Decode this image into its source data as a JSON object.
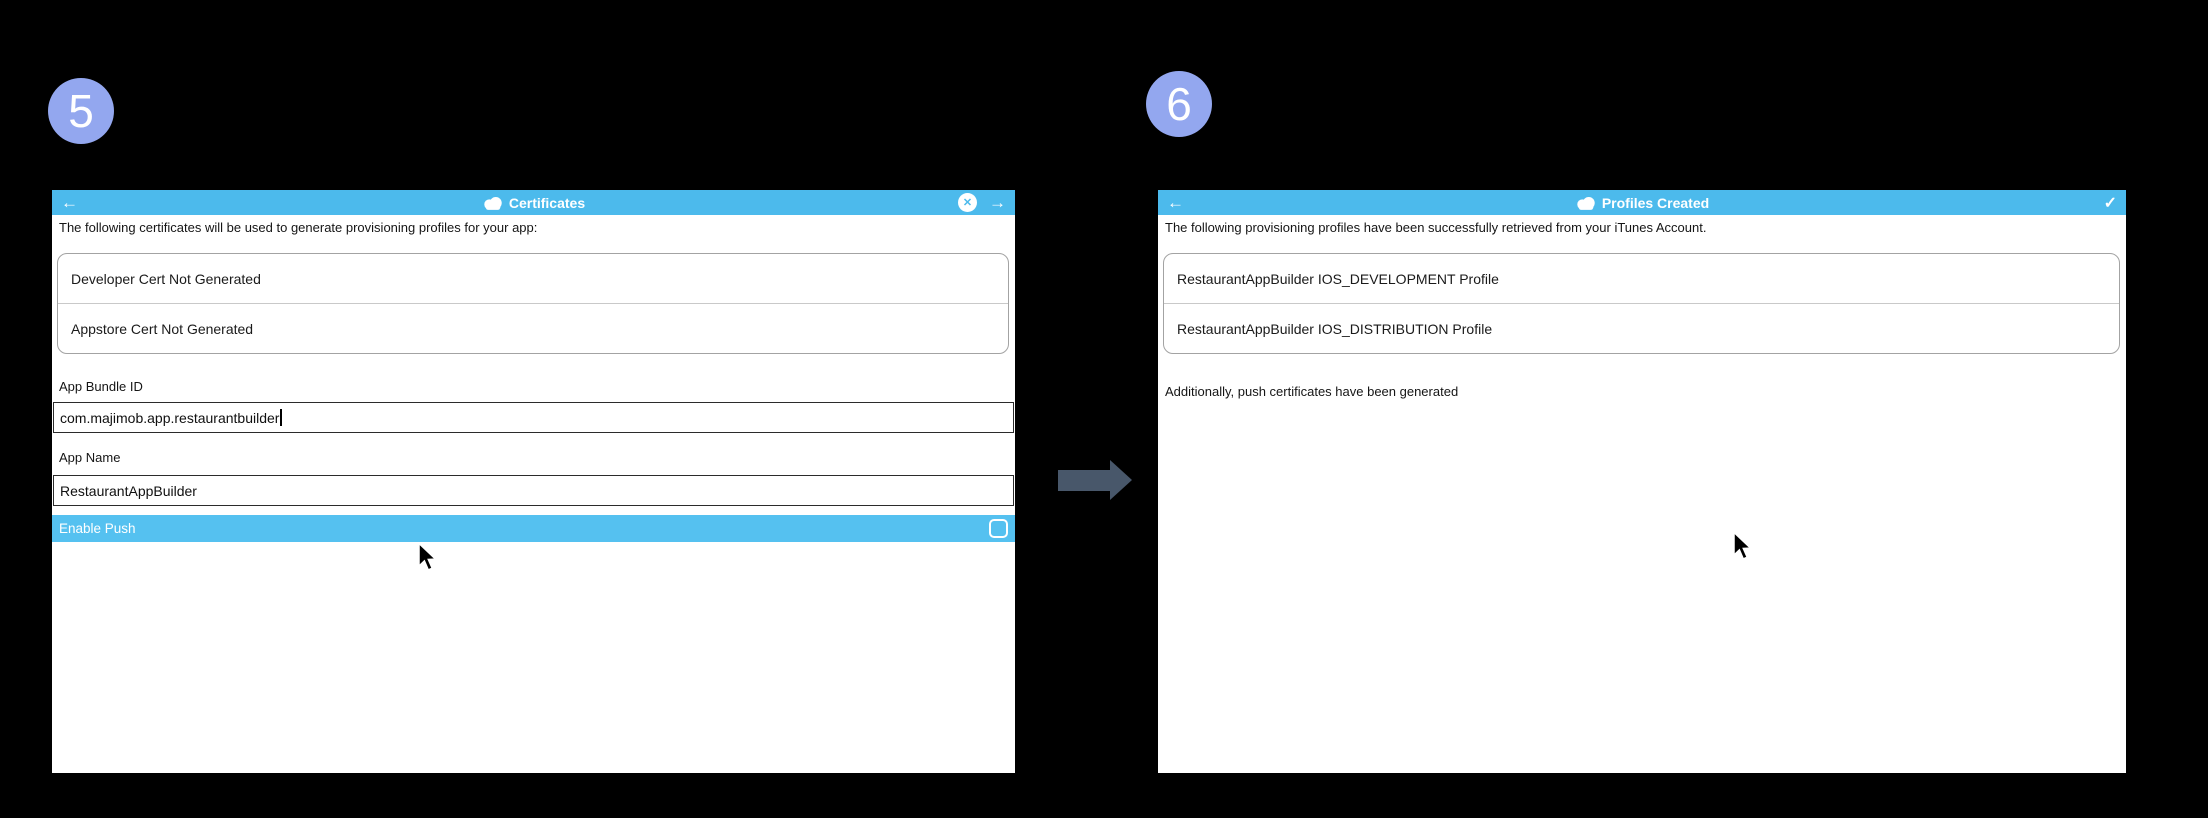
{
  "badges": {
    "step5": "5",
    "step6": "6"
  },
  "glyphs": {
    "back": "←",
    "forward": "→",
    "close": "✕",
    "check": "✓"
  },
  "colors": {
    "badge": "#93a7ef",
    "header_blue": "#4cbaec",
    "push_row_blue": "#55c1f0",
    "arrow_gray": "#48576a"
  },
  "left_panel": {
    "header": {
      "title": "Certificates"
    },
    "instruction": "The following certificates will be used to generate provisioning profiles for your app:",
    "cert_rows": [
      "Developer Cert Not Generated",
      "Appstore Cert Not Generated"
    ],
    "fields": [
      {
        "label": "App Bundle ID",
        "value": "com.majimob.app.restaurantbuilder"
      },
      {
        "label": "App Name",
        "value": "RestaurantAppBuilder"
      }
    ],
    "enable_push": {
      "label": "Enable Push",
      "checked": false
    }
  },
  "right_panel": {
    "header": {
      "title": "Profiles Created"
    },
    "instruction": "The following provisioning profiles have been successfully retrieved from your iTunes Account.",
    "profile_rows": [
      "RestaurantAppBuilder IOS_DEVELOPMENT Profile",
      "RestaurantAppBuilder IOS_DISTRIBUTION Profile"
    ],
    "note": "Additionally, push certificates have been generated"
  }
}
